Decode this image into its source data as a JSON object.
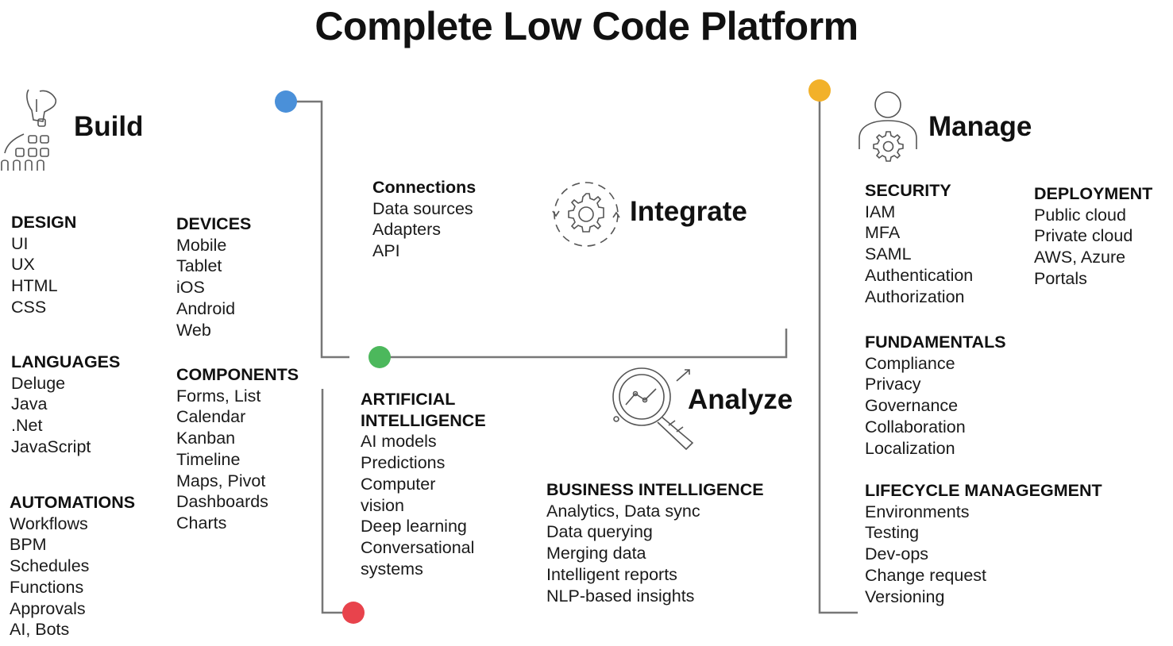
{
  "title": "Complete Low Code Platform",
  "pillars": {
    "build": "Build",
    "integrate": "Integrate",
    "analyze": "Analyze",
    "manage": "Manage"
  },
  "colors": {
    "build_dot": "#4a90d9",
    "analyze_dot": "#4cb85c",
    "build_end_dot": "#e8434c",
    "manage_dot": "#f2b12a",
    "line": "#777777"
  },
  "build": {
    "design": {
      "heading": "DESIGN",
      "items": [
        "UI",
        "UX",
        "HTML",
        "CSS"
      ]
    },
    "devices": {
      "heading": "DEVICES",
      "items": [
        "Mobile",
        "Tablet",
        "iOS",
        "Android",
        "Web"
      ]
    },
    "languages": {
      "heading": "LANGUAGES",
      "items": [
        "Deluge",
        "Java",
        ".Net",
        "JavaScript"
      ]
    },
    "components": {
      "heading": "COMPONENTS",
      "items": [
        "Forms, List",
        "Calendar",
        "Kanban",
        "Timeline",
        "Maps, Pivot",
        "Dashboards",
        "Charts"
      ]
    },
    "automations": {
      "heading": "AUTOMATIONS",
      "items": [
        "Workflows",
        "BPM",
        "Schedules",
        "Functions",
        "Approvals",
        "AI, Bots"
      ]
    }
  },
  "integrate": {
    "connections": {
      "heading": "Connections",
      "items": [
        "Data sources",
        "Adapters",
        "API"
      ]
    }
  },
  "analyze": {
    "ai": {
      "heading1": "ARTIFICIAL",
      "heading2": "INTELLIGENCE",
      "items": [
        "AI models",
        "Predictions",
        "Computer",
        "vision",
        "Deep learning",
        "Conversational",
        "systems"
      ]
    },
    "bi": {
      "heading": "BUSINESS INTELLIGENCE",
      "items": [
        "Analytics, Data sync",
        "Data querying",
        "Merging data",
        "Intelligent reports",
        "NLP-based insights"
      ]
    }
  },
  "manage": {
    "security": {
      "heading": "SECURITY",
      "items": [
        "IAM",
        "MFA",
        "SAML",
        "Authentication",
        "Authorization"
      ]
    },
    "deployment": {
      "heading": "DEPLOYMENT",
      "items": [
        "Public cloud",
        "Private cloud",
        "AWS, Azure",
        "Portals"
      ]
    },
    "fundamentals": {
      "heading": "FUNDAMENTALS",
      "items": [
        "Compliance",
        "Privacy",
        "Governance",
        "Collaboration",
        "Localization"
      ]
    },
    "lifecycle": {
      "heading": "LIFECYCLE MANAGEGMENT",
      "items": [
        "Environments",
        "Testing",
        "Dev-ops",
        "Change request",
        "Versioning"
      ]
    }
  }
}
